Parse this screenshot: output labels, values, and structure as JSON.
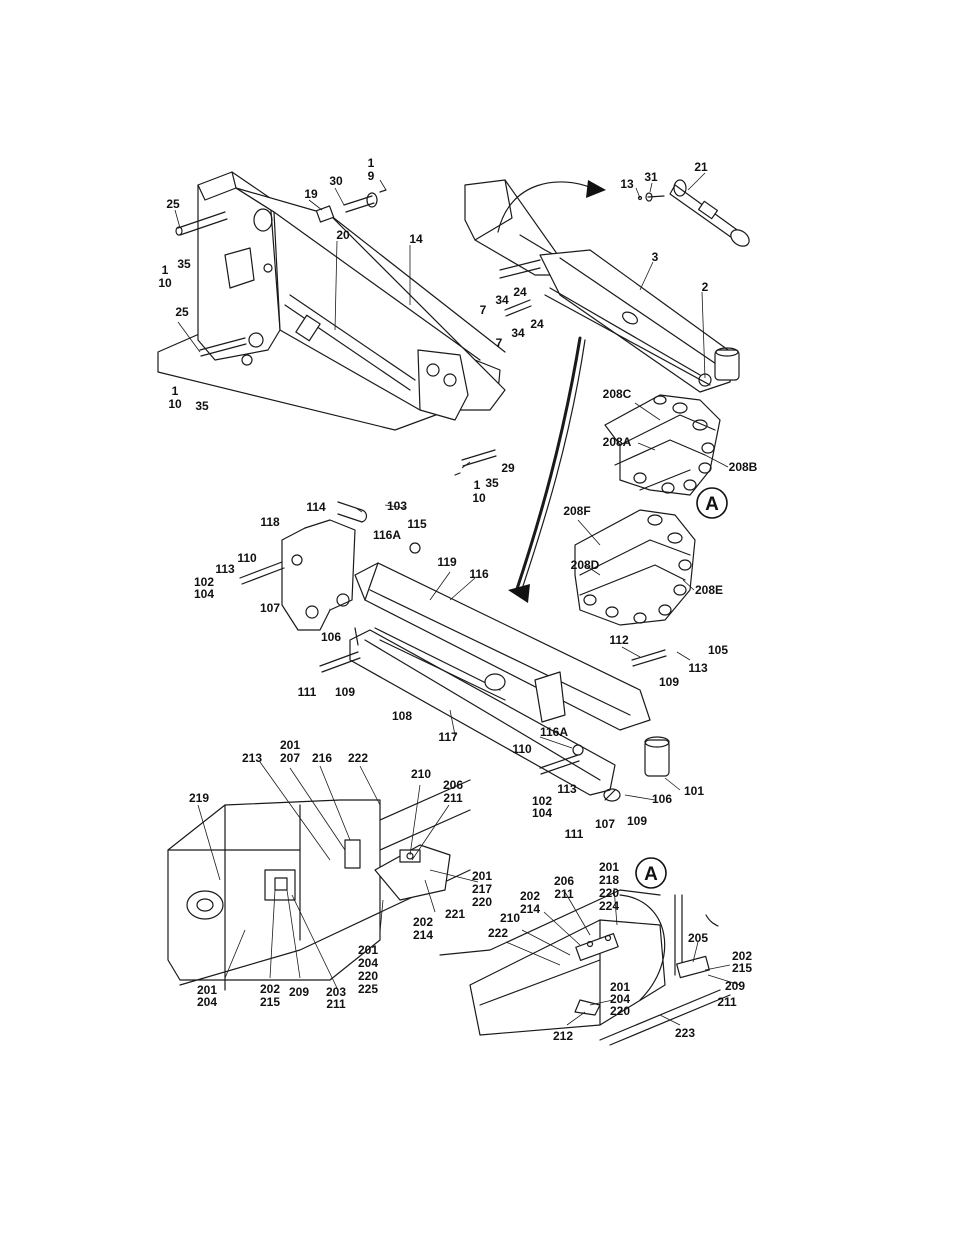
{
  "callouts": {
    "c1_9": "1\n9",
    "c19": "19",
    "c30": "30",
    "c1a": "1",
    "c9a": "9",
    "c25a": "25",
    "c20": "20",
    "c14": "14",
    "c35a": "35",
    "c1b": "1",
    "c10a": "10",
    "c25b": "25",
    "c1c": "1",
    "c10b": "10",
    "c35b": "35",
    "c13": "13",
    "c31": "31",
    "c21": "21",
    "c3": "3",
    "c2": "2",
    "c24a": "24",
    "c34a": "34",
    "c7a": "7",
    "c24b": "24",
    "c34b": "34",
    "c7b": "7",
    "c208C": "208C",
    "c208A": "208A",
    "c208B": "208B",
    "c29": "29",
    "c35c": "35",
    "c1d": "1",
    "c10c": "10",
    "c208F": "208F",
    "c208D": "208D",
    "c208E": "208E",
    "c114": "114",
    "c103": "103",
    "c115": "115",
    "c116A_a": "116A",
    "c118": "118",
    "c110a": "110",
    "c113a": "113",
    "c102a": "102",
    "c104a": "104",
    "c107a": "107",
    "c106a": "106",
    "c119": "119",
    "c116": "116",
    "c111a": "111",
    "c109a": "109",
    "c108": "108",
    "c117": "117",
    "c112": "112",
    "c105": "105",
    "c113b": "113",
    "c109b": "109",
    "c116A_b": "116A",
    "c110b": "110",
    "c101": "101",
    "c106b": "106",
    "c113c": "113",
    "c102b": "102",
    "c104b": "104",
    "c107b": "107",
    "c109c": "109",
    "c111b": "111",
    "c201a": "201",
    "c207": "207",
    "c213": "213",
    "c216": "216",
    "c222a": "222",
    "c219": "219",
    "c210a": "210",
    "c206a": "206",
    "c211a": "211",
    "c201b": "201",
    "c217": "217",
    "c220a": "220",
    "c221": "221",
    "c202a": "202",
    "c214a": "214",
    "c201c": "201",
    "c204a": "204",
    "c220b": "220",
    "c225": "225",
    "c201d": "201",
    "c204b": "204",
    "c202b": "202",
    "c215a": "215",
    "c209a": "209",
    "c203": "203",
    "c211b": "211",
    "c201e": "201",
    "c218": "218",
    "c220c": "220",
    "c224": "224",
    "c206b": "206",
    "c211c": "211",
    "c202c": "202",
    "c214b": "214",
    "c210b": "210",
    "c222b": "222",
    "c205": "205",
    "c202d": "202",
    "c215b": "215",
    "c209b": "209",
    "c211d": "211",
    "c201f": "201",
    "c204c": "204",
    "c220d": "220",
    "c212": "212",
    "c223": "223"
  },
  "detail_markers": {
    "detail_a_top": "A",
    "detail_a_bottom": "A"
  }
}
